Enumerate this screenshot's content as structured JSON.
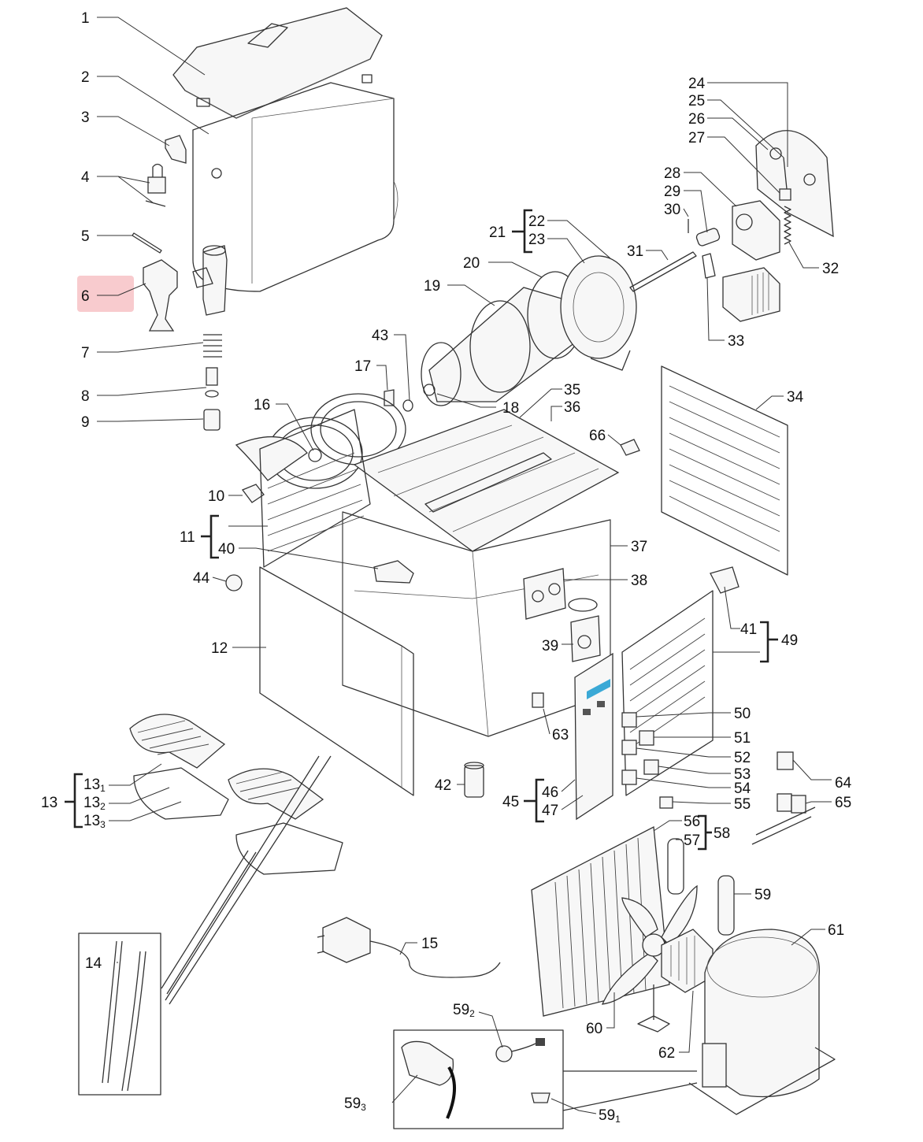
{
  "diagram": {
    "highlighted_label": "6",
    "colors": {
      "highlight": "#f2a0a6",
      "line": "#333333",
      "panel_accent": "#3ba9d6"
    },
    "labels": [
      {
        "id": "1",
        "text": "1"
      },
      {
        "id": "2",
        "text": "2"
      },
      {
        "id": "3",
        "text": "3"
      },
      {
        "id": "4",
        "text": "4"
      },
      {
        "id": "5",
        "text": "5"
      },
      {
        "id": "6",
        "text": "6"
      },
      {
        "id": "7",
        "text": "7"
      },
      {
        "id": "8",
        "text": "8"
      },
      {
        "id": "9",
        "text": "9"
      },
      {
        "id": "10",
        "text": "10"
      },
      {
        "id": "11",
        "text": "11"
      },
      {
        "id": "12",
        "text": "12"
      },
      {
        "id": "13",
        "text": "13"
      },
      {
        "id": "14",
        "text": "14"
      },
      {
        "id": "15",
        "text": "15"
      },
      {
        "id": "16",
        "text": "16"
      },
      {
        "id": "17",
        "text": "17"
      },
      {
        "id": "18",
        "text": "18"
      },
      {
        "id": "19",
        "text": "19"
      },
      {
        "id": "20",
        "text": "20"
      },
      {
        "id": "21",
        "text": "21"
      },
      {
        "id": "22",
        "text": "22"
      },
      {
        "id": "23",
        "text": "23"
      },
      {
        "id": "24",
        "text": "24"
      },
      {
        "id": "25",
        "text": "25"
      },
      {
        "id": "26",
        "text": "26"
      },
      {
        "id": "27",
        "text": "27"
      },
      {
        "id": "28",
        "text": "28"
      },
      {
        "id": "29",
        "text": "29"
      },
      {
        "id": "30",
        "text": "30"
      },
      {
        "id": "31",
        "text": "31"
      },
      {
        "id": "32",
        "text": "32"
      },
      {
        "id": "33",
        "text": "33"
      },
      {
        "id": "34",
        "text": "34"
      },
      {
        "id": "35",
        "text": "35"
      },
      {
        "id": "36",
        "text": "36"
      },
      {
        "id": "37",
        "text": "37"
      },
      {
        "id": "38",
        "text": "38"
      },
      {
        "id": "39",
        "text": "39"
      },
      {
        "id": "40",
        "text": "40"
      },
      {
        "id": "41",
        "text": "41"
      },
      {
        "id": "42",
        "text": "42"
      },
      {
        "id": "43",
        "text": "43"
      },
      {
        "id": "44",
        "text": "44"
      },
      {
        "id": "45",
        "text": "45"
      },
      {
        "id": "46",
        "text": "46"
      },
      {
        "id": "47",
        "text": "47"
      },
      {
        "id": "49",
        "text": "49"
      },
      {
        "id": "50",
        "text": "50"
      },
      {
        "id": "51",
        "text": "51"
      },
      {
        "id": "52",
        "text": "52"
      },
      {
        "id": "53",
        "text": "53"
      },
      {
        "id": "54",
        "text": "54"
      },
      {
        "id": "55",
        "text": "55"
      },
      {
        "id": "56",
        "text": "56"
      },
      {
        "id": "57",
        "text": "57"
      },
      {
        "id": "58",
        "text": "58"
      },
      {
        "id": "59",
        "text": "59"
      },
      {
        "id": "60",
        "text": "60"
      },
      {
        "id": "61",
        "text": "61"
      },
      {
        "id": "62",
        "text": "62"
      },
      {
        "id": "63",
        "text": "63"
      },
      {
        "id": "64",
        "text": "64"
      },
      {
        "id": "65",
        "text": "65"
      },
      {
        "id": "66",
        "text": "66"
      },
      {
        "id": "13_1",
        "text": "13",
        "sub": "1"
      },
      {
        "id": "13_2",
        "text": "13",
        "sub": "2"
      },
      {
        "id": "13_3",
        "text": "13",
        "sub": "3"
      },
      {
        "id": "59_1",
        "text": "59",
        "sub": "1"
      },
      {
        "id": "59_2",
        "text": "59",
        "sub": "2"
      },
      {
        "id": "59_3",
        "text": "59",
        "sub": "3"
      }
    ]
  }
}
